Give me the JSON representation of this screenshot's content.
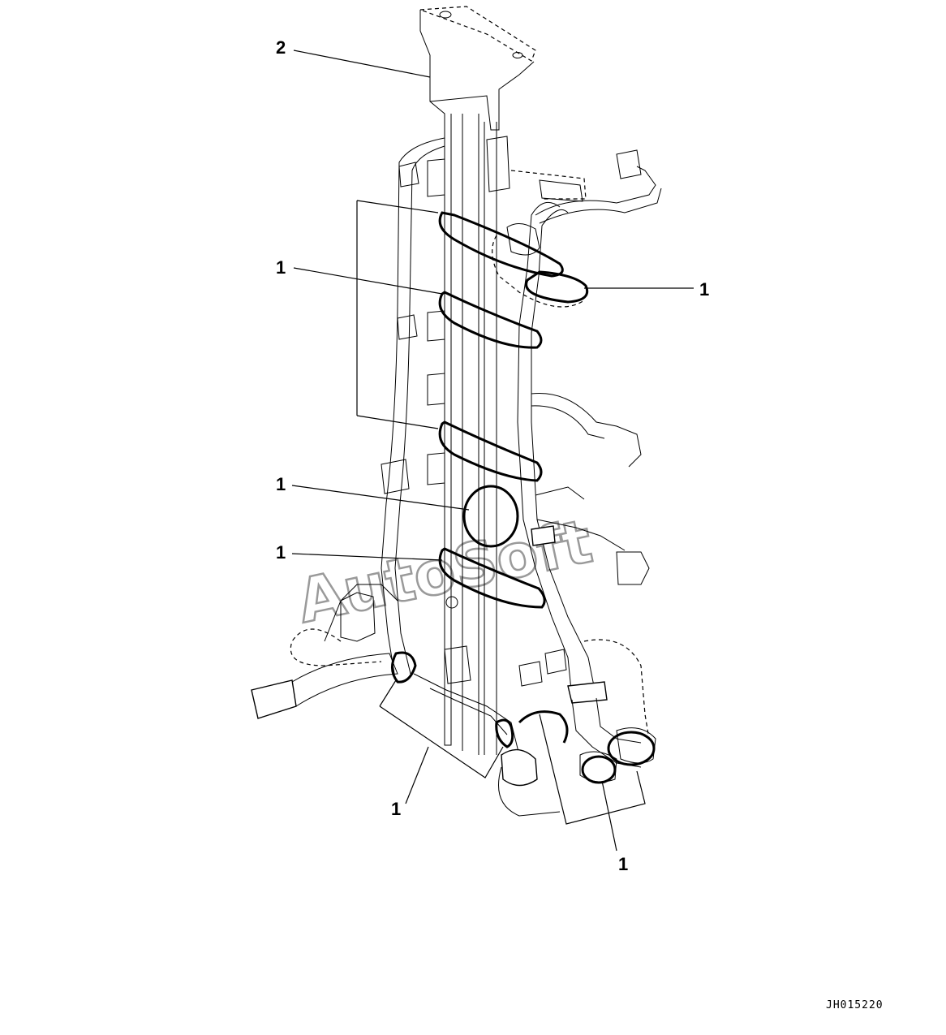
{
  "callouts": {
    "c1": "1",
    "c2": "1",
    "c3": "1",
    "c4": "1",
    "c5": "1",
    "c6": "1",
    "c7": "2"
  },
  "drawing_code": "JH015220",
  "watermark": "AutoSoft"
}
